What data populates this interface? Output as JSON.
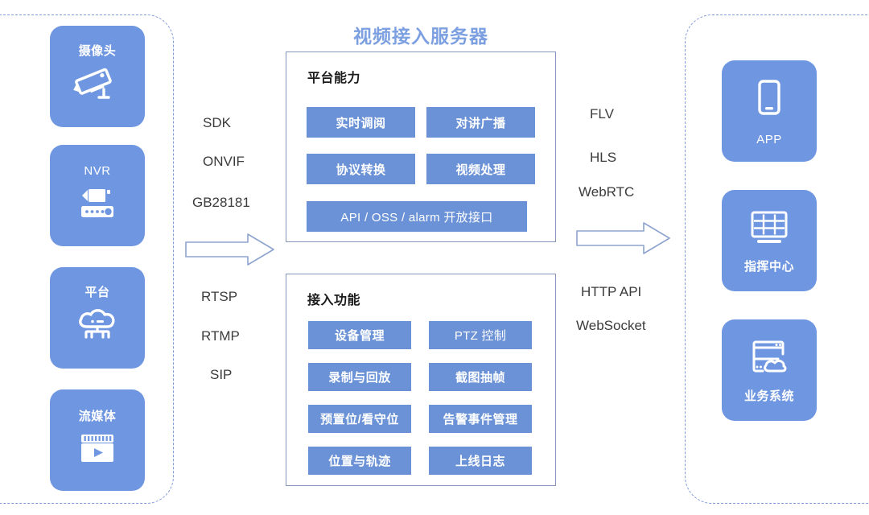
{
  "title": "视频接入服务器",
  "sources": {
    "group_name": "video-sources",
    "items": [
      {
        "label": "摄像头",
        "icon": "cctv-camera-icon",
        "latin": false
      },
      {
        "label": "NVR",
        "icon": "nvr-recorder-icon",
        "latin": true
      },
      {
        "label": "平台",
        "icon": "cloud-platform-icon",
        "latin": false
      },
      {
        "label": "流媒体",
        "icon": "stream-media-icon",
        "latin": false
      }
    ]
  },
  "ingress_protocols": {
    "upper": [
      "SDK",
      "ONVIF",
      "GB28181"
    ],
    "lower": [
      "RTSP",
      "RTMP",
      "SIP"
    ],
    "arrow": "right-block-arrow-icon"
  },
  "egress_protocols": {
    "upper": [
      "FLV",
      "HLS",
      "WebRTC"
    ],
    "lower": [
      "HTTP API",
      "WebSocket"
    ],
    "arrow": "right-block-arrow-icon"
  },
  "panels": [
    {
      "key": "capability",
      "title": "平台能力",
      "chips": [
        {
          "label": "实时调阅",
          "latin": false,
          "wide": false
        },
        {
          "label": "对讲广播",
          "latin": false,
          "wide": false
        },
        {
          "label": "协议转换",
          "latin": false,
          "wide": false
        },
        {
          "label": "视频处理",
          "latin": false,
          "wide": false
        },
        {
          "label": "API / OSS / alarm 开放接口",
          "latin": true,
          "wide": true
        }
      ]
    },
    {
      "key": "access",
      "title": "接入功能",
      "chips": [
        {
          "label": "设备管理",
          "latin": false,
          "wide": false
        },
        {
          "label": "PTZ 控制",
          "latin": true,
          "wide": false
        },
        {
          "label": "录制与回放",
          "latin": false,
          "wide": false
        },
        {
          "label": "截图抽帧",
          "latin": false,
          "wide": false
        },
        {
          "label": "预置位/看守位",
          "latin": false,
          "wide": false
        },
        {
          "label": "告警事件管理",
          "latin": false,
          "wide": false
        },
        {
          "label": "位置与轨迹",
          "latin": false,
          "wide": false
        },
        {
          "label": "上线日志",
          "latin": false,
          "wide": false
        }
      ]
    }
  ],
  "consumers": {
    "group_name": "service-consumers",
    "items": [
      {
        "label": "APP",
        "icon": "mobile-phone-icon",
        "latin": true
      },
      {
        "label": "指挥中心",
        "icon": "video-wall-icon",
        "latin": false
      },
      {
        "label": "业务系统",
        "icon": "server-cloud-icon",
        "latin": false
      }
    ]
  },
  "colors": {
    "tile_blue": "#6f96e0",
    "chip_blue": "#6b92d6",
    "title_blue": "#7b9fe0",
    "panel_border": "#8595bb",
    "bracket_dash": "#7f9ad6",
    "text_dark": "#3c3c3c"
  }
}
